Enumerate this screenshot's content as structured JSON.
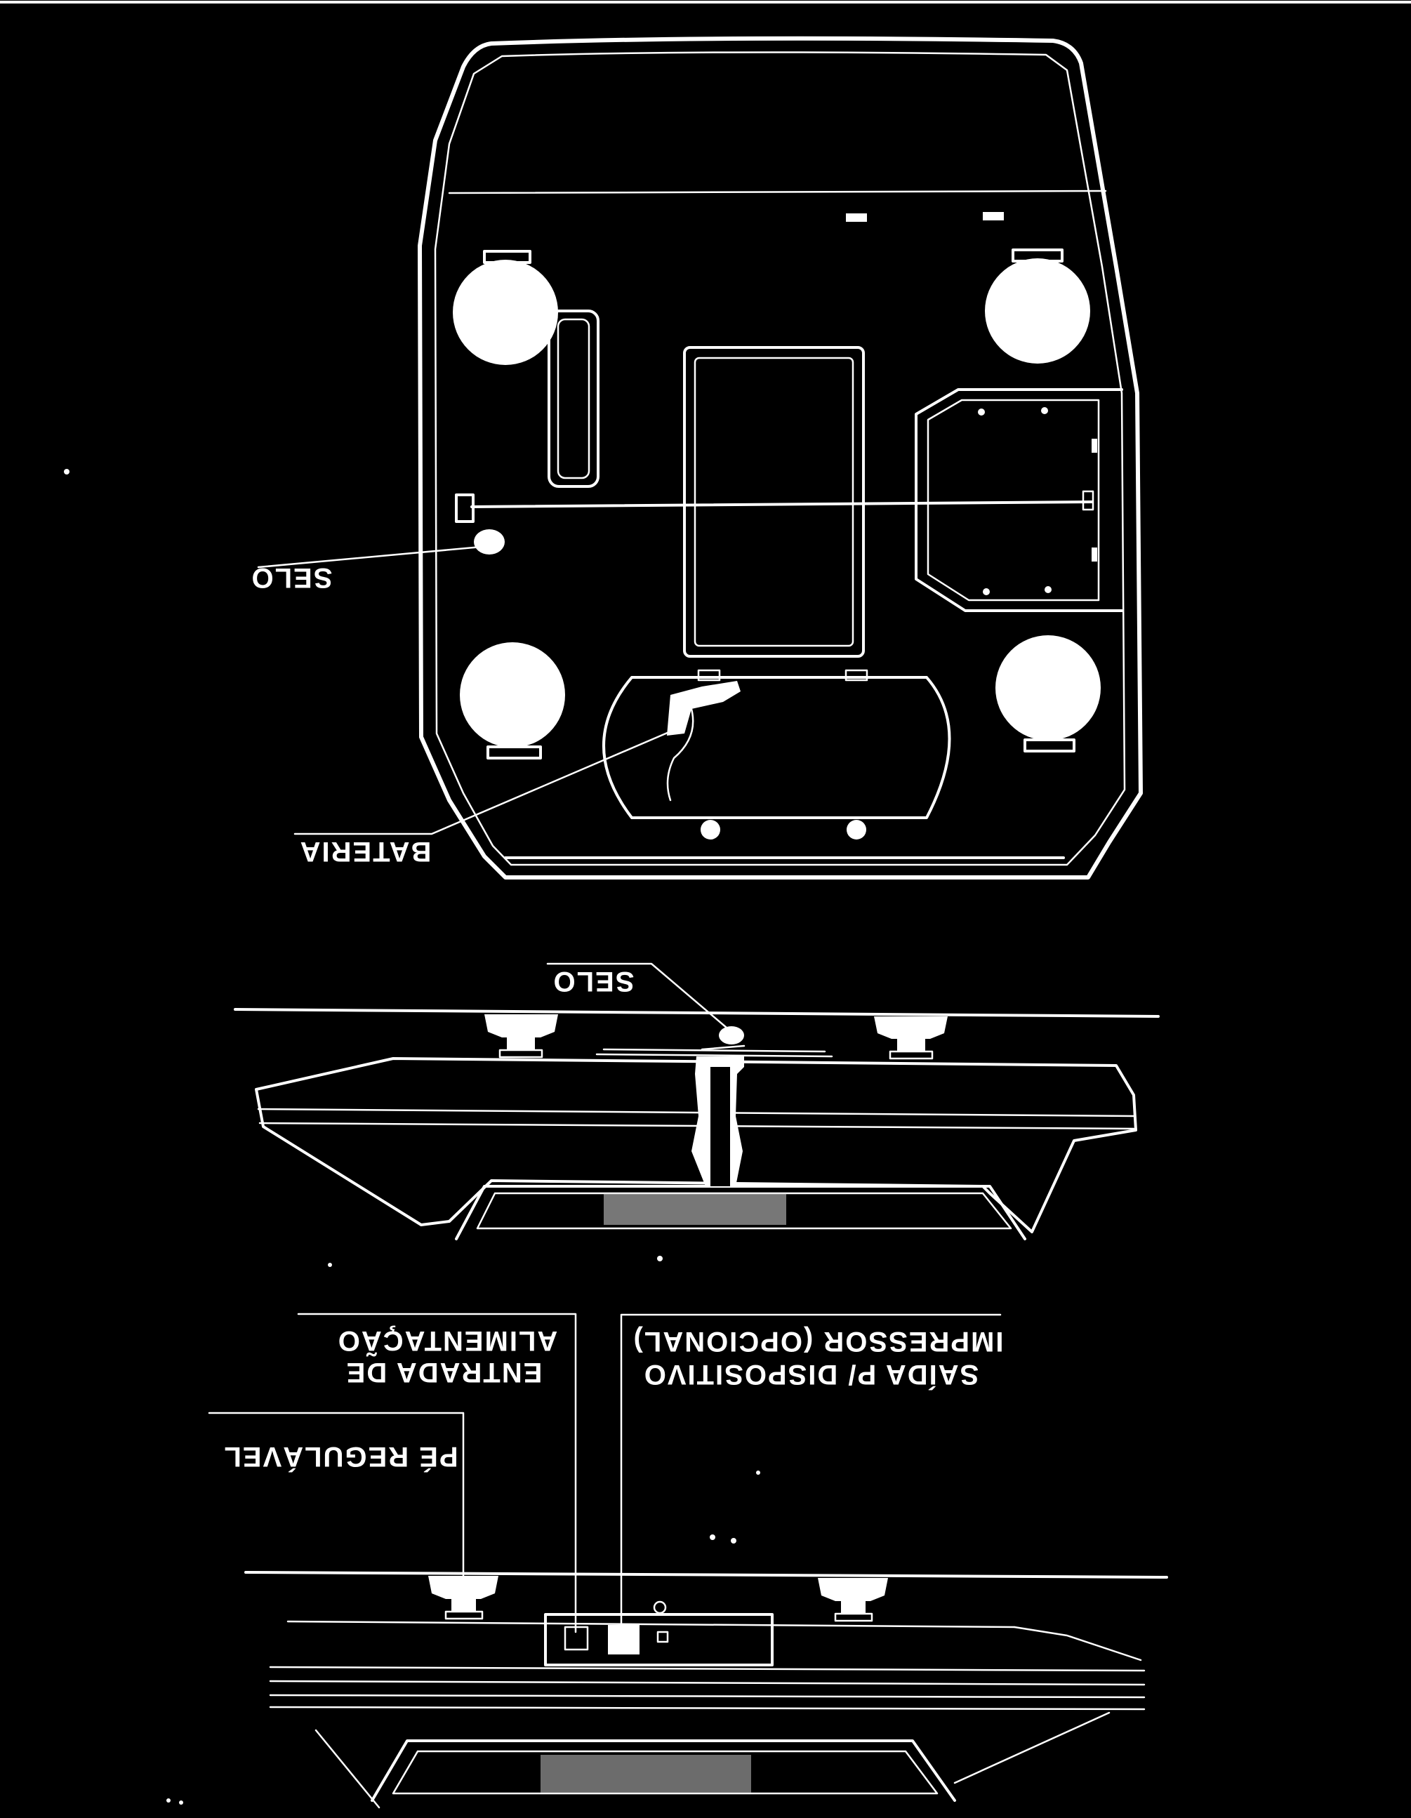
{
  "labels": {
    "top_selo": "SELO",
    "bateria": "BATERIA",
    "mid_selo": "SELO",
    "pe_regulavel": "PÉ REGULÁVEL",
    "entrada_line1": "ENTRADA DE",
    "entrada_line2": "ALIMENTAÇÃO",
    "saida_line1": "SAÍDA P/ DISPOSITIVO",
    "saida_line2": "IMPRESSOR (OPCIONAL)"
  },
  "colors": {
    "background": "#000000",
    "line": "#ffffff"
  },
  "orientation": "rotated-180"
}
